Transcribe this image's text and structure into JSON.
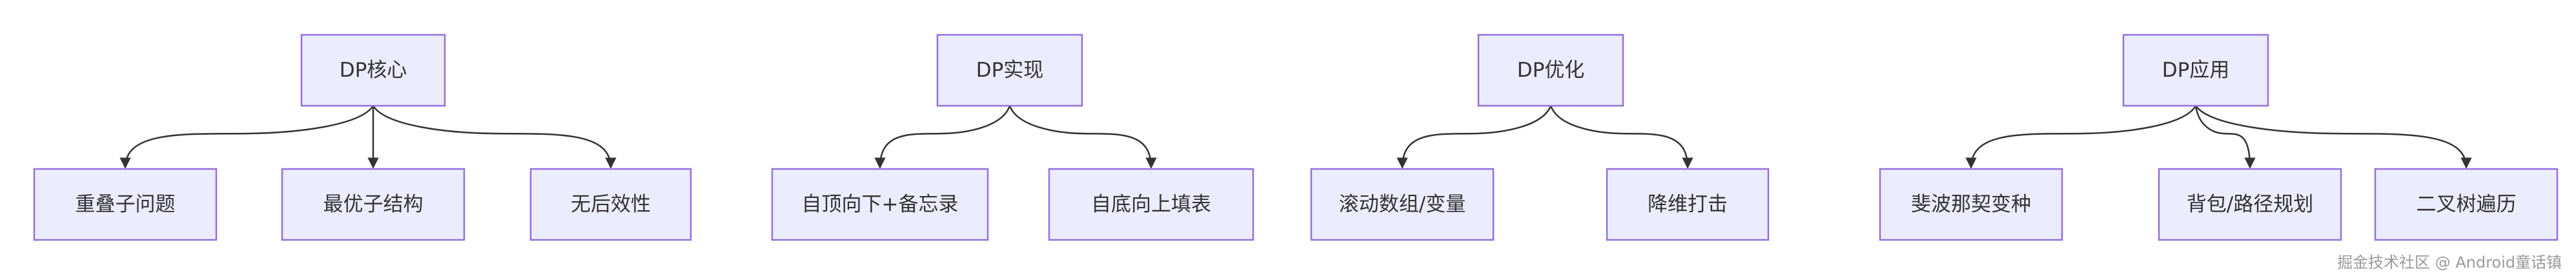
{
  "diagram": {
    "groups": [
      {
        "root": "DP核心",
        "children": [
          "重叠子问题",
          "最优子结构",
          "无后效性"
        ]
      },
      {
        "root": "DP实现",
        "children": [
          "自顶向下+备忘录",
          "自底向上填表"
        ]
      },
      {
        "root": "DP优化",
        "children": [
          "滚动数组/变量",
          "降维打击"
        ]
      },
      {
        "root": "DP应用",
        "children": [
          "斐波那契变种",
          "背包/路径规划",
          "二叉树遍历"
        ]
      }
    ]
  },
  "watermark": "掘金技术社区 @ Android童话镇",
  "colors": {
    "node_fill": "#ececff",
    "node_border": "#9370db",
    "edge": "#333333",
    "text": "#333333"
  }
}
